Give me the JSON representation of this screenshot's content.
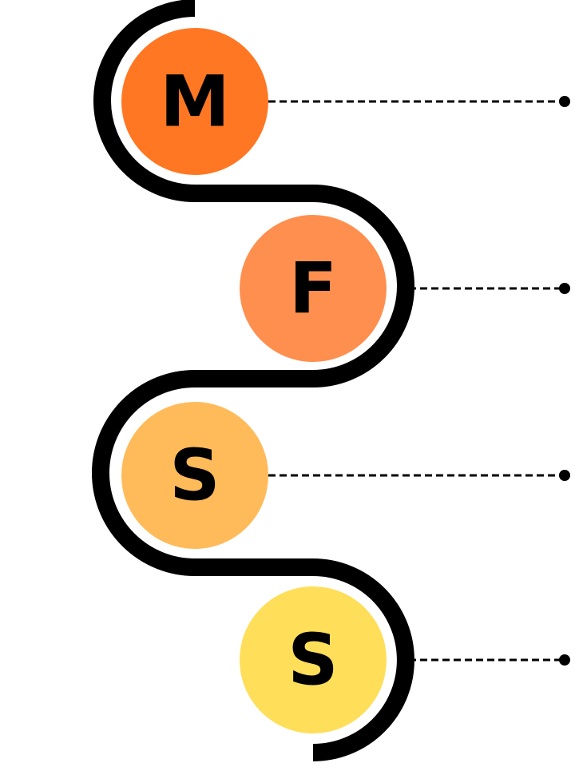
{
  "steps": [
    {
      "letter": "M",
      "color": "#FF7722"
    },
    {
      "letter": "F",
      "color": "#FF8F4E"
    },
    {
      "letter": "S",
      "color": "#FFBB5A"
    },
    {
      "letter": "S",
      "color": "#FFDE59"
    }
  ],
  "colors": {
    "path": "#000000",
    "connector": "#000000",
    "background": "#FFFFFF"
  }
}
